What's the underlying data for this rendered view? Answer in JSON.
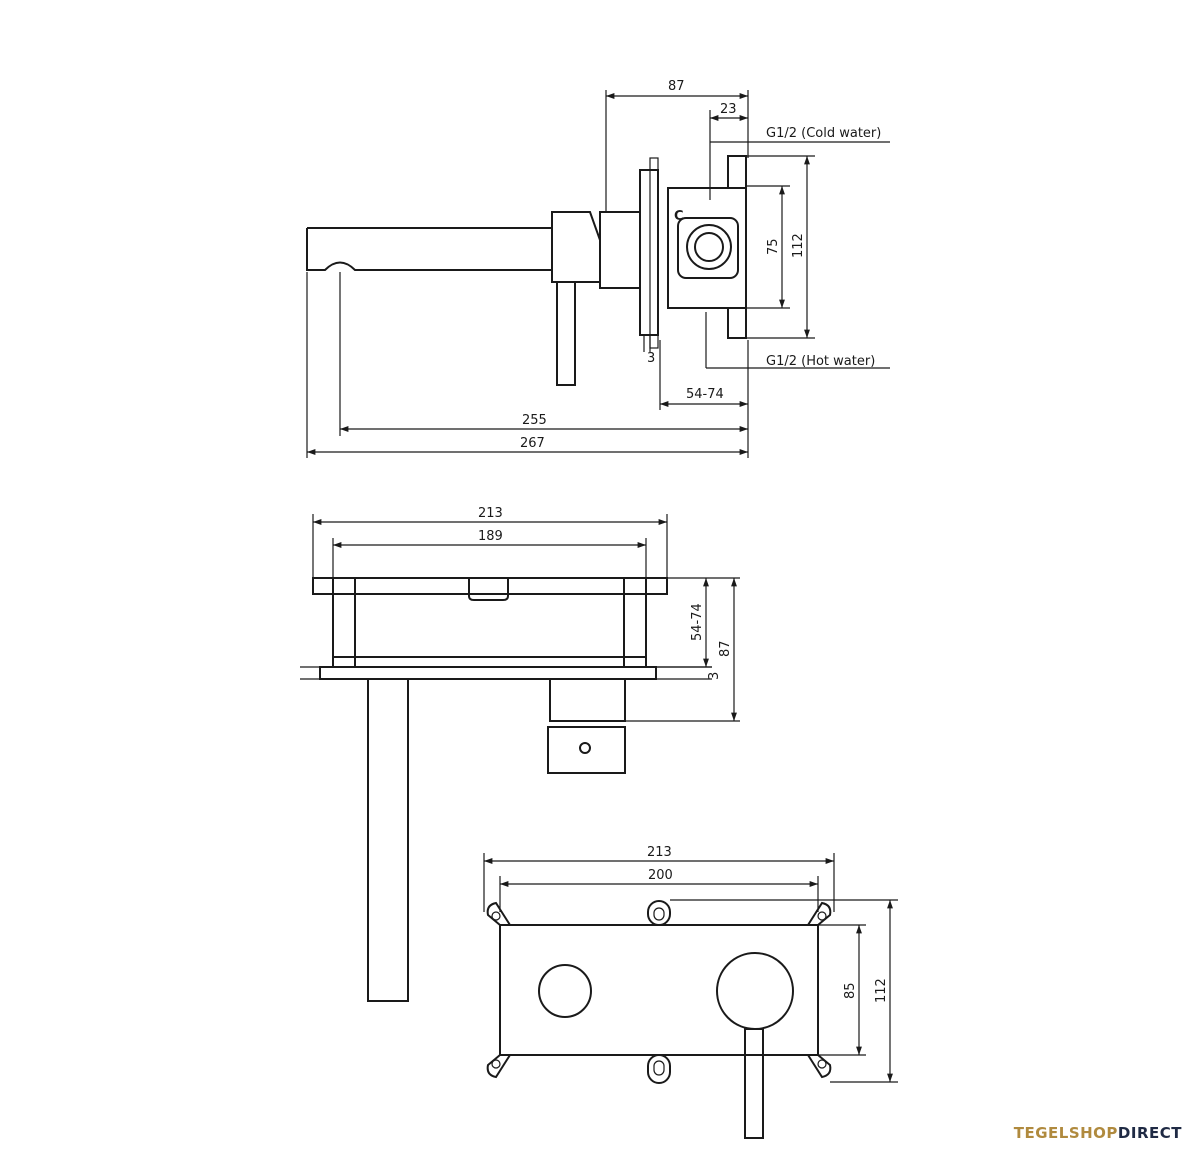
{
  "side_view": {
    "dims": {
      "d87": "87",
      "d23": "23",
      "d75": "75",
      "d112": "112",
      "d3": "3",
      "d54_74": "54-74",
      "d255": "255",
      "d267": "267"
    },
    "labels": {
      "cold": "G1/2 (Cold water)",
      "hot": "G1/2 (Hot water)",
      "c_mark": "C"
    }
  },
  "top_view": {
    "dims": {
      "d213": "213",
      "d189": "189",
      "d54_74": "54-74",
      "d87": "87",
      "d3": "3"
    }
  },
  "front_view": {
    "dims": {
      "d213": "213",
      "d200": "200",
      "d85": "85",
      "d112": "112"
    }
  },
  "logo": {
    "part1": "TEGELSHOP",
    "part2": "DIRECT"
  }
}
